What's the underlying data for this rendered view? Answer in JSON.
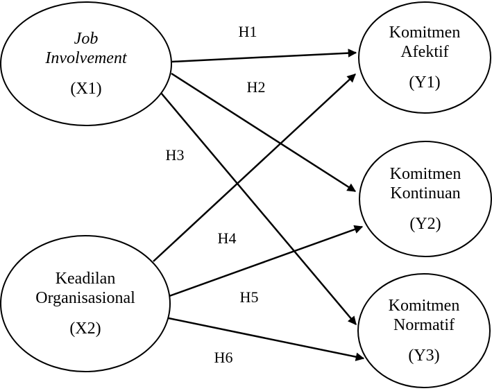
{
  "diagram": {
    "type": "path-model",
    "colors": {
      "stroke": "#000000",
      "text": "#000000",
      "background": "#ffffff"
    },
    "nodes": {
      "x1": {
        "name_line1": "Job",
        "name_line2": "Involvement",
        "code": "(X1)"
      },
      "x2": {
        "name_line1": "Keadilan",
        "name_line2": "Organisasional",
        "code": "(X2)"
      },
      "y1": {
        "name_line1": "Komitmen",
        "name_line2": "Afektif",
        "code": "(Y1)"
      },
      "y2": {
        "name_line1": "Komitmen",
        "name_line2": "Kontinuan",
        "code": "(Y2)"
      },
      "y3": {
        "name_line1": "Komitmen",
        "name_line2": "Normatif",
        "code": "(Y3)"
      }
    },
    "edges": [
      {
        "label": "H1",
        "from": "X1",
        "to": "Y1"
      },
      {
        "label": "H2",
        "from": "X1",
        "to": "Y2"
      },
      {
        "label": "H3",
        "from": "X1",
        "to": "Y3"
      },
      {
        "label": "H4",
        "from": "X2",
        "to": "Y1"
      },
      {
        "label": "H5",
        "from": "X2",
        "to": "Y2"
      },
      {
        "label": "H6",
        "from": "X2",
        "to": "Y3"
      }
    ]
  }
}
